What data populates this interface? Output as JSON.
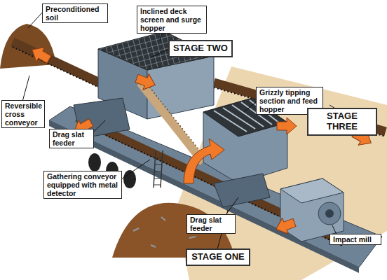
{
  "diagram": {
    "nodes": [
      {
        "text": [
          "Preconditioned soil"
        ]
      },
      {
        "text": [
          "Inclined deck screen and surge hopper"
        ]
      },
      {
        "text": [
          "STAGE TWO"
        ]
      },
      {
        "text": [
          "Grizzly tipping section and feed hopper"
        ]
      },
      {
        "text": [
          "STAGE THREE"
        ]
      },
      {
        "text": [
          "Reversible cross conveyor"
        ]
      },
      {
        "text": [
          "Drag slat feeder"
        ]
      },
      {
        "text": [
          "Gathering conveyor equipped with metal detector"
        ]
      },
      {
        "text": [
          "Drag slat feeder"
        ]
      },
      {
        "text": [
          "Impact mill"
        ]
      },
      {
        "text": [
          "STAGE ONE"
        ]
      }
    ]
  }
}
